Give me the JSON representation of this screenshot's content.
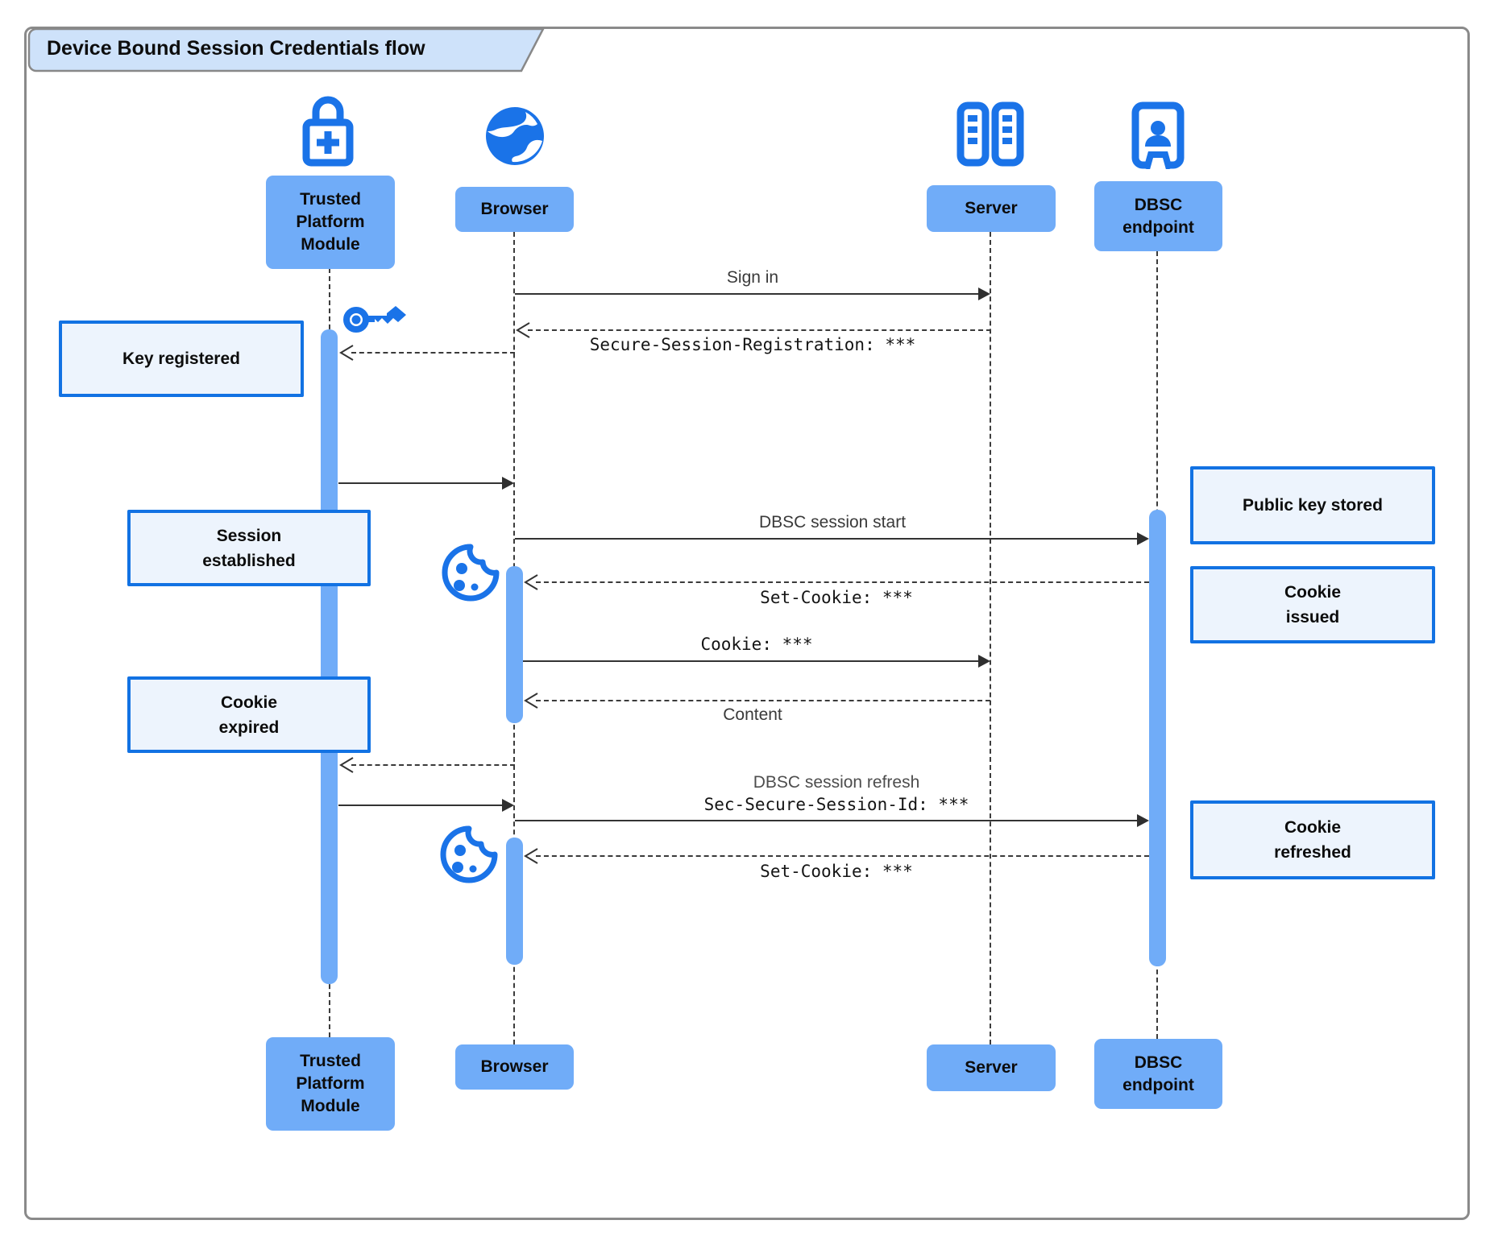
{
  "title": "Device Bound Session Credentials flow",
  "participants": [
    {
      "name": "Trusted Platform Module",
      "icon": "lock-plus-icon"
    },
    {
      "name": "Browser",
      "icon": "globe-icon"
    },
    {
      "name": "Server",
      "icon": "server-icon"
    },
    {
      "name": "DBSC endpoint",
      "icon": "door-person-icon"
    }
  ],
  "messages": [
    {
      "from": "Browser",
      "to": "Server",
      "label": "Sign in",
      "line": "solid"
    },
    {
      "from": "Server",
      "to": "Browser",
      "label": "Secure-Session-Registration: ***",
      "line": "dashed",
      "font": "mono"
    },
    {
      "from": "Browser",
      "to": "Trusted Platform Module",
      "label": "",
      "line": "dashed"
    },
    {
      "from": "Trusted Platform Module",
      "to": "Browser",
      "label": "",
      "line": "solid"
    },
    {
      "from": "Browser",
      "to": "DBSC endpoint",
      "label": "DBSC session start",
      "line": "solid"
    },
    {
      "from": "DBSC endpoint",
      "to": "Browser",
      "label": "Set-Cookie: ***",
      "line": "dashed",
      "font": "mono"
    },
    {
      "from": "Browser",
      "to": "Server",
      "label": "Cookie: ***",
      "line": "solid",
      "font": "mono"
    },
    {
      "from": "Server",
      "to": "Browser",
      "label": "Content",
      "line": "dashed"
    },
    {
      "from": "Browser",
      "to": "Trusted Platform Module",
      "label": "",
      "line": "dashed"
    },
    {
      "from": "Trusted Platform Module",
      "to": "Browser",
      "label": "",
      "line": "solid"
    },
    {
      "from": "Browser",
      "to": "DBSC endpoint",
      "label": "DBSC session refresh",
      "label2": "Sec-Secure-Session-Id: ***",
      "line": "solid"
    },
    {
      "from": "DBSC endpoint",
      "to": "Browser",
      "label": "Set-Cookie: ***",
      "line": "dashed",
      "font": "mono"
    }
  ],
  "notes": [
    {
      "text": "Key registered",
      "side": "left"
    },
    {
      "text": "Session established",
      "side": "left"
    },
    {
      "text": "Public key stored",
      "side": "right"
    },
    {
      "text": "Cookie issued",
      "side": "right"
    },
    {
      "text": "Cookie expired",
      "side": "left"
    },
    {
      "text": "Cookie refreshed",
      "side": "right"
    }
  ],
  "colors": {
    "icon_blue": "#1a73e8",
    "actor_fill": "#70acf8",
    "activation_fill": "#70acf8",
    "note_fill": "#edf4fd",
    "note_border": "#1272e3",
    "title_fill": "#cee2fa",
    "line_color": "#333333"
  }
}
